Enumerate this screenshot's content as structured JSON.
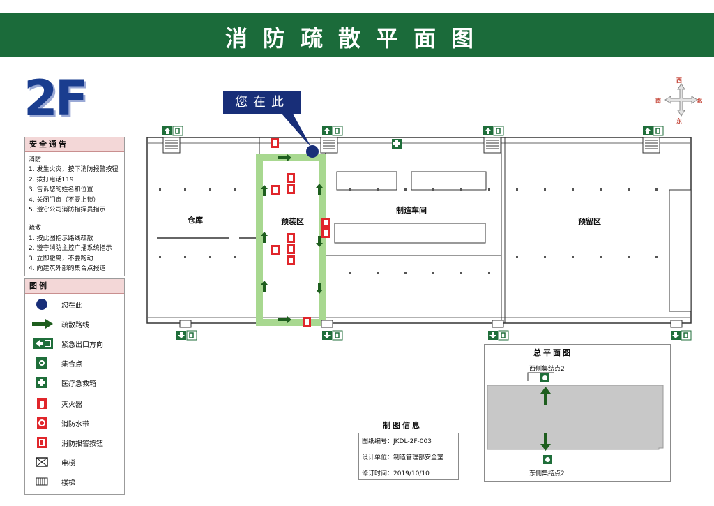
{
  "header": {
    "title": "消防疏散平面图"
  },
  "floor": "2F",
  "you_are_here": "您在此",
  "compass": {
    "north": "北",
    "south": "南",
    "east": "东",
    "west": "西"
  },
  "notice": {
    "title": "安全通告",
    "fire_heading": "消防",
    "fire_steps": [
      "1. 发生火灾，按下消防报警按钮",
      "2. 拨打电话119",
      "3. 告诉您的姓名和位置",
      "4. 关闭门窗（不要上锁）",
      "5. 遵守公司消防指挥员指示"
    ],
    "evac_heading": "疏散",
    "evac_steps": [
      "1. 按此图指示路线疏散",
      "2. 遵守消防主控广播系统指示",
      "3. 立即撤离，不要跑动",
      "4. 向建筑外部的集合点报道"
    ]
  },
  "legend": {
    "title": "图例",
    "items": [
      {
        "icon": "you-are-here-dot",
        "label": "您在此"
      },
      {
        "icon": "evacuation-arrow",
        "label": "疏散路线"
      },
      {
        "icon": "emergency-exit-sign",
        "label": "紧急出口方向"
      },
      {
        "icon": "assembly-point",
        "label": "集合点"
      },
      {
        "icon": "first-aid-kit",
        "label": "医疗急救箱"
      },
      {
        "icon": "fire-extinguisher",
        "label": "灭火器"
      },
      {
        "icon": "fire-hose",
        "label": "消防水带"
      },
      {
        "icon": "fire-alarm-button",
        "label": "消防报警按钮"
      },
      {
        "icon": "elevator",
        "label": "电梯"
      },
      {
        "icon": "stairs",
        "label": "楼梯"
      }
    ]
  },
  "zones": {
    "warehouse": "仓库",
    "pre_assembly": "预装区",
    "workshop": "制造车间",
    "reserved": "预留区"
  },
  "drawing_info": {
    "title": "制图信息",
    "rows": [
      "图纸编号：JKDL-2F-003",
      "设计单位：制造管理部安全室",
      "修订时间：2019/10/10"
    ]
  },
  "site_plan": {
    "title": "总平面图",
    "west_point": "西侧集结点2",
    "east_point": "东侧集结点2"
  },
  "colors": {
    "header_bg": "#1b6b3a",
    "route": "#1e5e1e",
    "route_band": "#a8d890",
    "fire_red": "#e0262b",
    "navy": "#182e78",
    "exit_green": "#1f6e3a"
  }
}
